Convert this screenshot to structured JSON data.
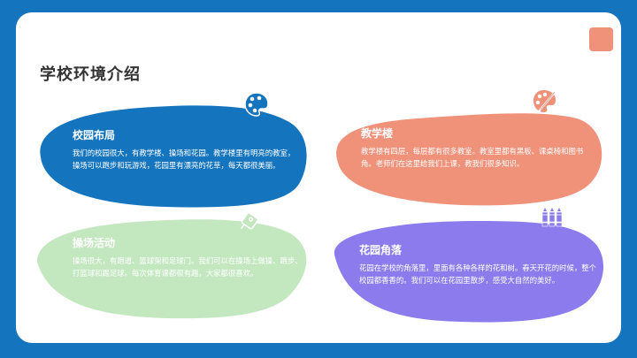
{
  "slide": {
    "title": "学校环境介绍",
    "colors": {
      "frame": "#1474bd",
      "card": "#ffffff",
      "corner_square": "#f0917a",
      "title_text": "#333333"
    }
  },
  "sections": [
    {
      "id": "campus-layout",
      "title": "校园布局",
      "text": "我们的校园很大，有教学楼、操场和花园。教学楼里有明亮的教室，操场可以跑步和玩游戏，花园里有漂亮的花草，每天都很美丽。",
      "color": "#1474bd",
      "icon": "palette-icon"
    },
    {
      "id": "teaching-building",
      "title": "教学楼",
      "text": "教学楼有四层，每层都有很多教室。教室里都有黑板、课桌椅和图书角。老师们在这里给我们上课，教我们很多知识。",
      "color": "#f0917a",
      "icon": "palette-brush-icon"
    },
    {
      "id": "playground-activities",
      "title": "操场活动",
      "text": "操场很大，有跑道、篮球架和足球门。我们可以在操场上做操、跑步、打篮球和踢足球。每次体育课都很有趣，大家都很喜欢。",
      "color": "#c3e8c0",
      "icon": "paint-bucket-icon"
    },
    {
      "id": "garden-corner",
      "title": "花园角落",
      "text": "花园在学校的角落里，里面有各种各样的花和树。春天开花的时候，整个校园都香香的。我们可以在花园里散步，感受大自然的美好。",
      "color": "#8b7bec",
      "icon": "paint-tubes-icon"
    }
  ]
}
